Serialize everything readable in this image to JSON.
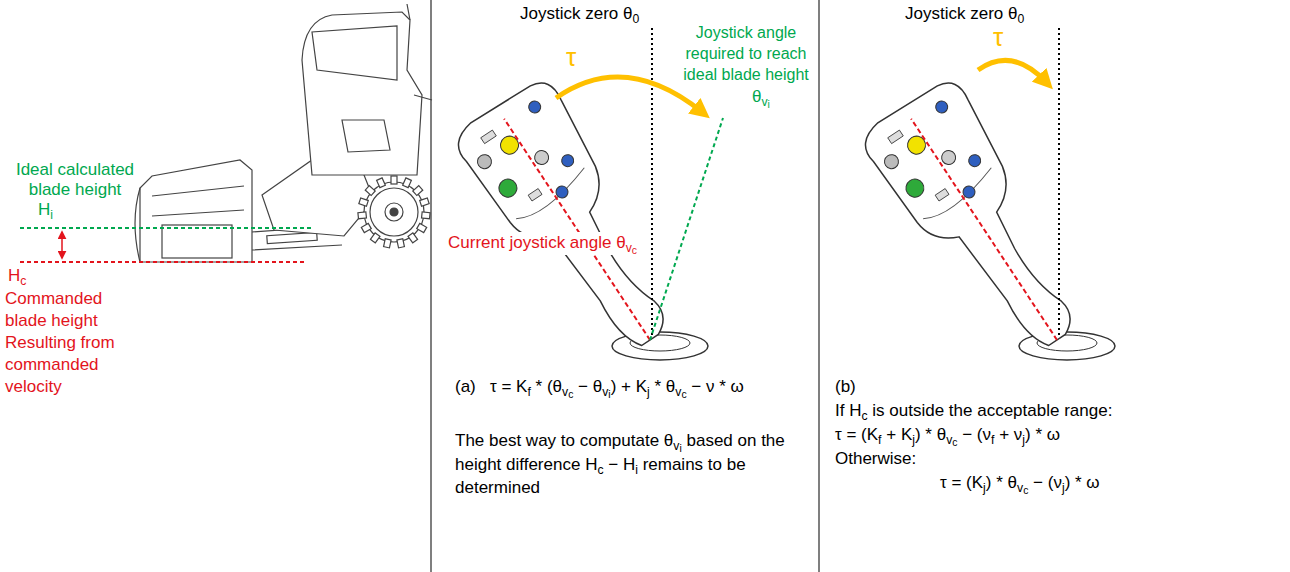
{
  "diagram": {
    "labels": [
      "Ideal calculated blade height",
      "Hi",
      "Hc",
      "Commanded blade height Resulting from commanded velocity",
      "Joystick zero θ0",
      "τ",
      "Joystick angle required to reach ideal blade height",
      "θvi",
      "Current joystick angle θvc",
      "(a)",
      "τ = Kf * (θvc − θvi) + Kj * θvc − ν * ω",
      "The best way to computate θvi based on the height difference Hc − Hi remains to be determined",
      "Joystick zero θ0",
      "τ",
      "(b)",
      "If Hc is outside the acceptable range:",
      "τ = (Kf + Kj) * θvc − (νf + νj) * ω",
      "Otherwise:",
      "τ = (Kj) * θvc − (νj) * ω"
    ]
  }
}
